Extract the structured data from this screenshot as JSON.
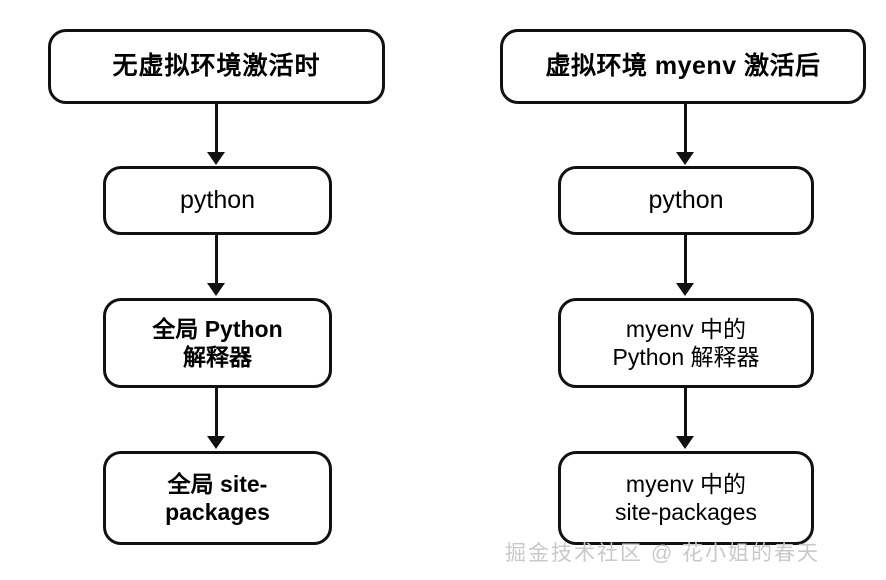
{
  "diagram": {
    "type": "flowchart",
    "orientation": "top-to-bottom",
    "background_color": "#ffffff",
    "stroke_color": "#111111",
    "columns": [
      {
        "id": "no-venv",
        "title": "无虚拟环境激活时",
        "nodes": [
          {
            "id": "l1",
            "label": "无虚拟环境激活时"
          },
          {
            "id": "l2",
            "label": "python"
          },
          {
            "id": "l3",
            "label": "全局 Python\n解释器"
          },
          {
            "id": "l4",
            "label": "全局 site-\npackages"
          }
        ],
        "edges": [
          {
            "from": "l1",
            "to": "l2",
            "arrow": "down-arrowhead"
          },
          {
            "from": "l2",
            "to": "l3",
            "arrow": "down-arrowhead"
          },
          {
            "from": "l3",
            "to": "l4",
            "arrow": "down-arrowhead"
          }
        ]
      },
      {
        "id": "venv-myenv",
        "title": "虚拟环境 myenv 激活后",
        "nodes": [
          {
            "id": "r1",
            "label": "虚拟环境 myenv 激活后"
          },
          {
            "id": "r2",
            "label": "python"
          },
          {
            "id": "r3",
            "label": "myenv 中的\nPython 解释器"
          },
          {
            "id": "r4",
            "label": "myenv 中的\nsite-packages"
          }
        ],
        "edges": [
          {
            "from": "r1",
            "to": "r2",
            "arrow": "down-arrowhead"
          },
          {
            "from": "r2",
            "to": "r3",
            "arrow": "down-arrowhead"
          },
          {
            "from": "r3",
            "to": "r4",
            "arrow": "down-arrowhead"
          }
        ]
      }
    ]
  },
  "watermark": {
    "text": "掘金技术社区 @ 花小姐的春天",
    "color": "#c9c9c9"
  }
}
